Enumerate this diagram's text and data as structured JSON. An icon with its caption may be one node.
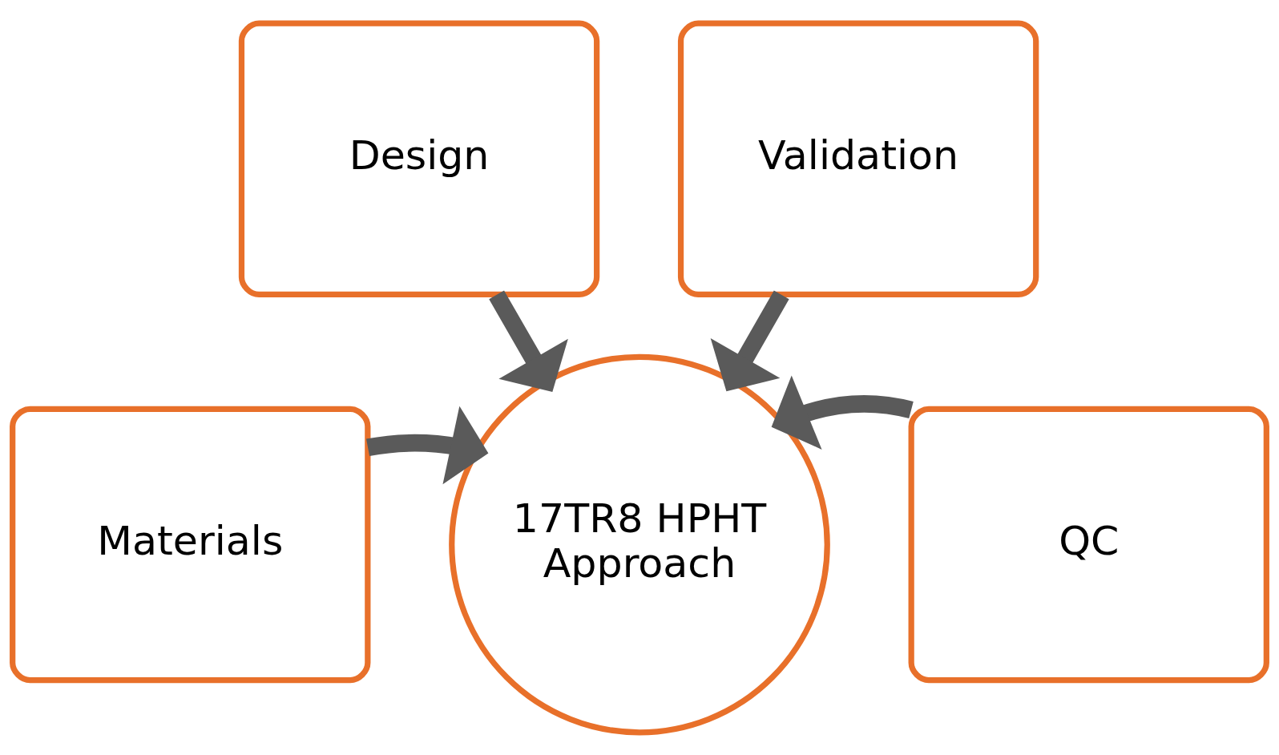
{
  "diagram": {
    "nodes": [
      {
        "text": [
          "Design"
        ]
      },
      {
        "text": [
          "Validation"
        ]
      },
      {
        "text": [
          "Materials"
        ]
      },
      {
        "text": [
          "QC"
        ]
      },
      {
        "text": [
          "17TR8 HPHT",
          "Approach"
        ]
      }
    ],
    "edges": [
      {
        "from": 0,
        "to": 4,
        "arrow": "to"
      },
      {
        "from": 1,
        "to": 4,
        "arrow": "to"
      },
      {
        "from": 2,
        "to": 4,
        "arrow": "to"
      },
      {
        "from": 3,
        "to": 4,
        "arrow": "to"
      }
    ]
  }
}
